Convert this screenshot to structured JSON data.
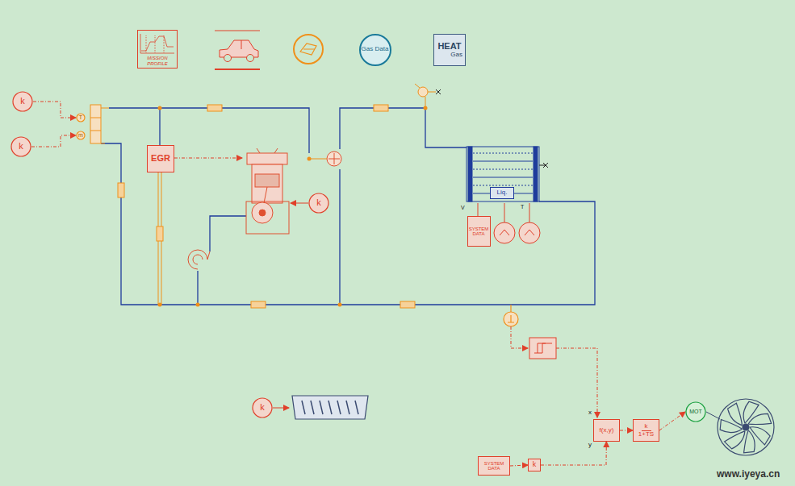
{
  "diagram": {
    "nodes": [
      {
        "text": [
          "MISSION PROFILE"
        ]
      },
      {
        "text": [
          "Gas Data"
        ]
      },
      {
        "text": [
          "HEAT",
          "Gas"
        ]
      },
      {
        "text": [
          "k"
        ]
      },
      {
        "text": [
          "k"
        ]
      },
      {
        "text": [
          "T"
        ]
      },
      {
        "text": [
          "m"
        ]
      },
      {
        "text": [
          "EGR"
        ]
      },
      {
        "text": [
          "k"
        ]
      },
      {
        "text": [
          "Liq."
        ]
      },
      {
        "text": [
          "SYSTEM DATA"
        ]
      },
      {
        "text": [
          "k"
        ]
      },
      {
        "text": [
          "f(x,y)"
        ]
      },
      {
        "text": [
          "k",
          "1+TS"
        ]
      },
      {
        "text": [
          "MOT"
        ]
      },
      {
        "text": [
          "SYSTEM DATA"
        ]
      },
      {
        "text": [
          "k"
        ]
      }
    ],
    "edges": [
      {
        "from": 3,
        "to": 5,
        "arrow": "to"
      },
      {
        "from": 4,
        "to": 6,
        "arrow": "to"
      },
      {
        "from": 15,
        "to": 16,
        "arrow": "to"
      },
      {
        "from": 16,
        "to": 12,
        "arrow": "to"
      },
      {
        "from": 12,
        "to": 13,
        "arrow": "to"
      },
      {
        "from": 13,
        "to": 14,
        "arrow": "to"
      }
    ],
    "labels": [
      "x",
      "y",
      "V",
      "T",
      "www.iyeya.cn"
    ]
  }
}
